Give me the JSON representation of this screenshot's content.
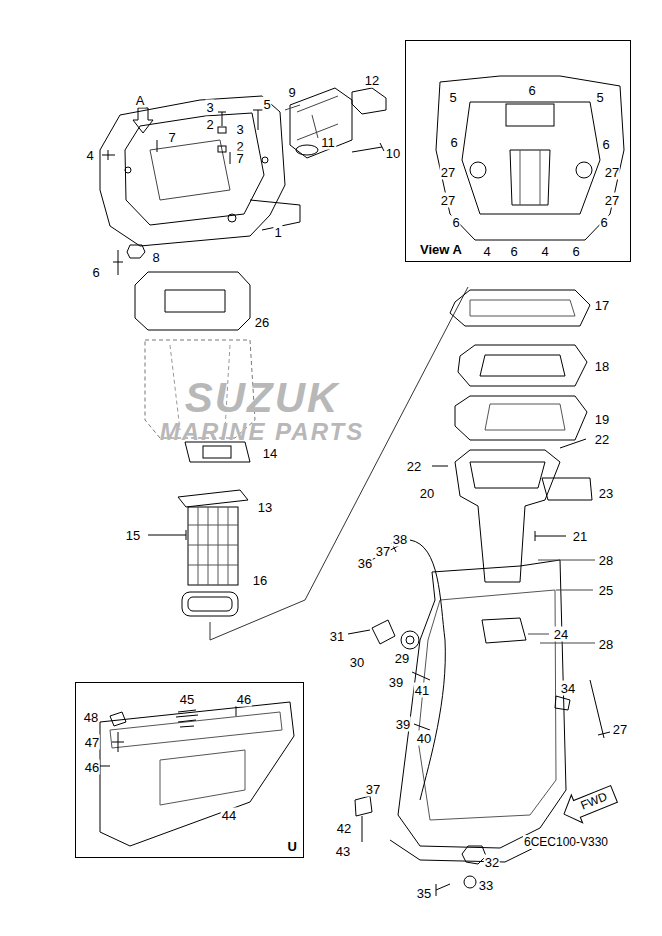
{
  "diagram": {
    "nodes": [
      {
        "text": [
          "View A"
        ]
      },
      {
        "text": [
          "U"
        ]
      },
      {
        "text": [
          "FWD"
        ]
      }
    ],
    "labels": [
      "A",
      "3",
      "5",
      "9",
      "12",
      "2",
      "3",
      "7",
      "2",
      "7",
      "4",
      "11",
      "10",
      "1",
      "8",
      "6",
      "26",
      "14",
      "13",
      "15",
      "16",
      "5",
      "6",
      "5",
      "6",
      "6",
      "27",
      "27",
      "27",
      "27",
      "6",
      "6",
      "4",
      "6",
      "4",
      "6",
      "17",
      "18",
      "19",
      "22",
      "22",
      "20",
      "23",
      "21",
      "38",
      "37",
      "36",
      "28",
      "25",
      "24",
      "31",
      "28",
      "30",
      "29",
      "39",
      "41",
      "34",
      "39",
      "40",
      "27",
      "45",
      "46",
      "48",
      "47",
      "46",
      "44",
      "37",
      "42",
      "6CEC100-V330",
      "43",
      "32",
      "33",
      "35",
      "SUZUK",
      "MARINE PARTS"
    ]
  }
}
